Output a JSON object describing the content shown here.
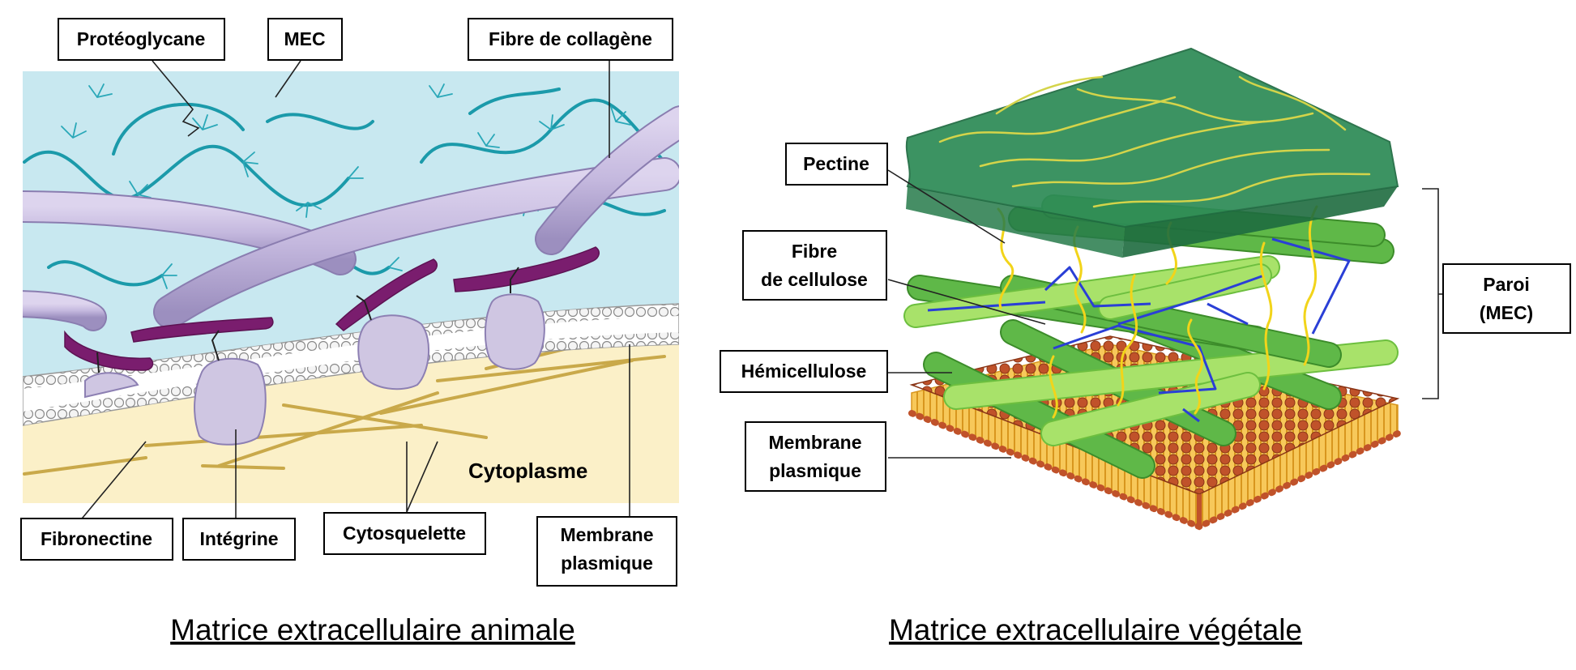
{
  "animal": {
    "labels": {
      "proteoglycane": "Protéoglycane",
      "mec": "MEC",
      "fibre_collagene": "Fibre de collagène",
      "cytoplasme": "Cytoplasme",
      "fibronectine": "Fibronectine",
      "integrine": "Intégrine",
      "cytosquelette": "Cytosquelette",
      "membrane_line1": "Membrane",
      "membrane_line2": "plasmique"
    },
    "title": "Matrice extracellulaire animale"
  },
  "vegetal": {
    "labels": {
      "pectine": "Pectine",
      "fibre_line1": "Fibre",
      "fibre_line2": "de cellulose",
      "hemicellulose": "Hémicellulose",
      "membrane_line1": "Membrane",
      "membrane_line2": "plasmique",
      "paroi_line1": "Paroi",
      "paroi_line2": "(MEC)"
    },
    "title": "Matrice extracellulaire végétale"
  },
  "colors": {
    "ecm_blue": "#c8e8f0",
    "cytoplasm": "#fbf0c8",
    "collagen": "#c9bfe0",
    "proteoglycan": "#1b9aaa",
    "fibronectin": "#7a1d6e",
    "integrin": "#cfc6e2",
    "cytoskeleton": "#c9a94a",
    "pectin_sheet": "#2e8b57",
    "cellulose_dark": "#5fb848",
    "cellulose_light": "#a8e26a",
    "hemicellulose": "#2a3fd6",
    "pectin_strand": "#f2d41a",
    "membrane_heads": "#c0522a",
    "membrane_tails": "#f2b43a"
  }
}
